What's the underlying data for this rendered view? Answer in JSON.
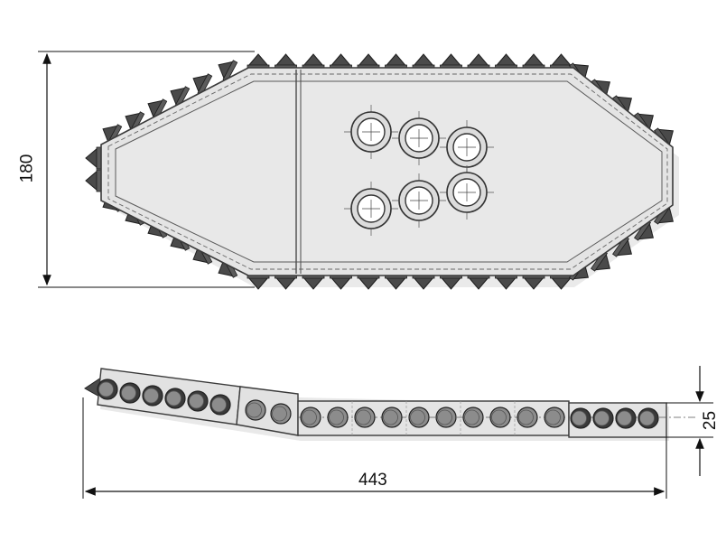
{
  "drawing": {
    "dimensions": {
      "height": "180",
      "length": "443",
      "thickness": "25"
    },
    "colors": {
      "plate_fill": "#e3e3e3",
      "plate_stroke": "#3a3a3a",
      "tooth_fill": "#4a4a4a",
      "hole_fill": "#ffffff",
      "edge_hole_fill": "#8c8c8c",
      "dimension_line": "#111111"
    }
  }
}
